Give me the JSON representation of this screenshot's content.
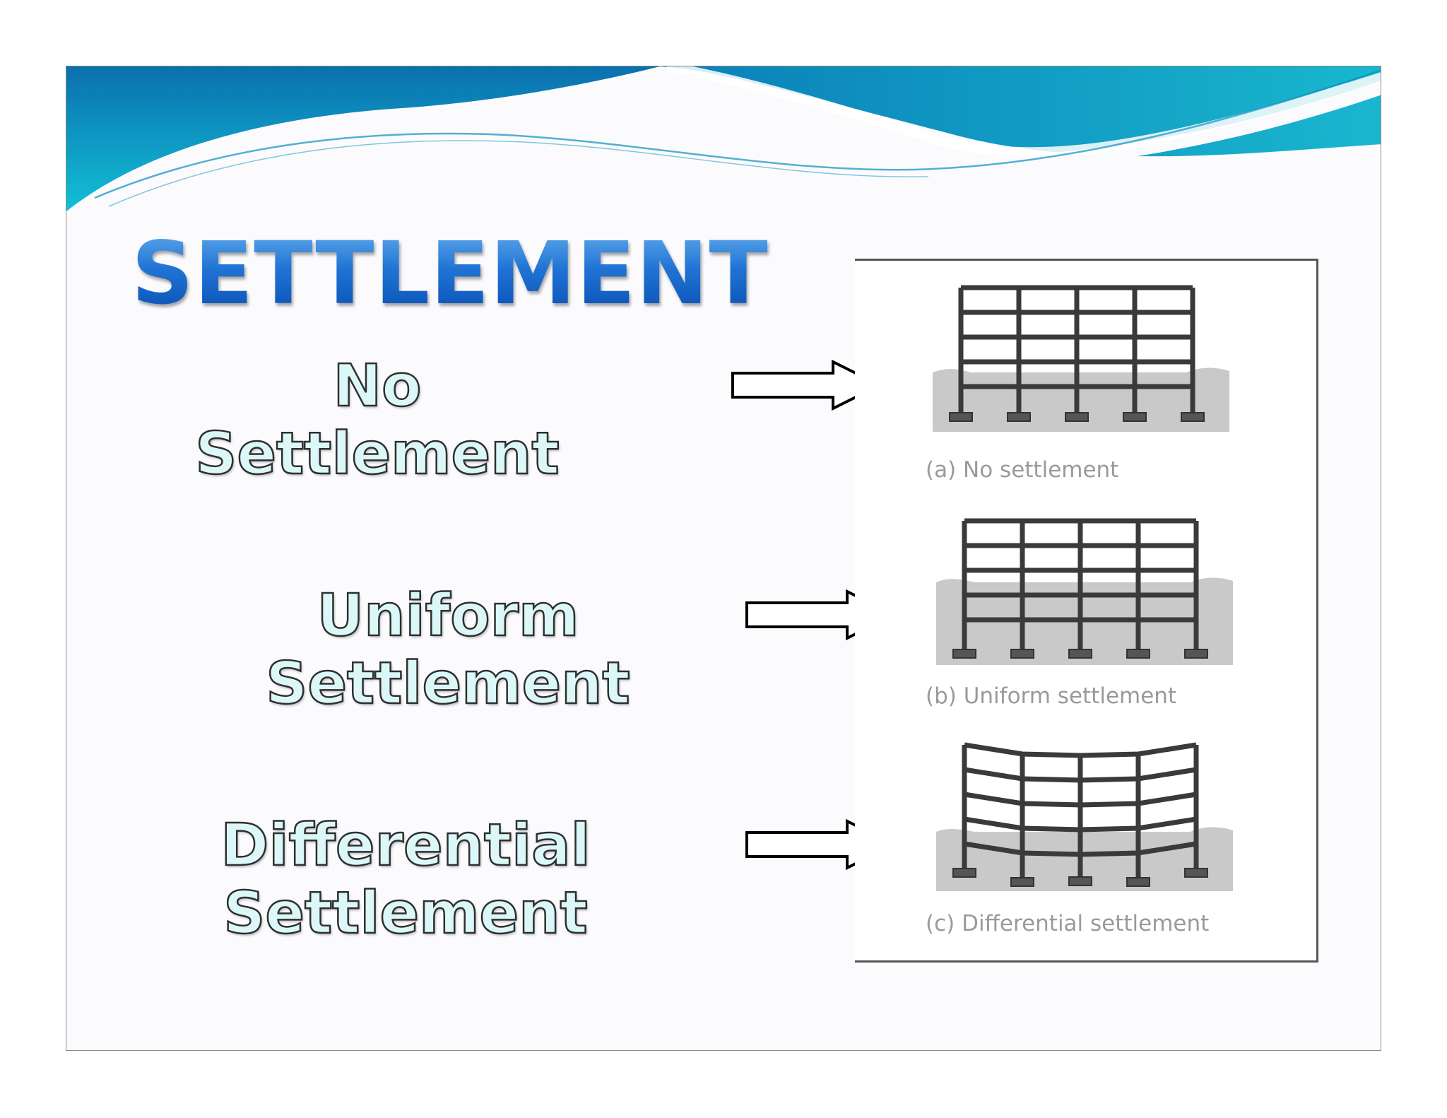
{
  "slide": {
    "title": "SETTLEMENT",
    "theme_colors": {
      "title_gradient_top": "#5ea8ea",
      "title_gradient_bottom": "#0a4fb4",
      "label_fill": "#dcf7f8",
      "wave_dark": "#0a72b0",
      "wave_light": "#19b7cf"
    }
  },
  "rows": [
    {
      "label_lines": [
        "No Settlement"
      ],
      "caption": "(a) No settlement",
      "frame_icon": "building-frame-no-settlement-icon"
    },
    {
      "label_lines": [
        "Uniform",
        "Settlement"
      ],
      "caption": "(b) Uniform settlement",
      "frame_icon": "building-frame-uniform-settlement-icon"
    },
    {
      "label_lines": [
        "Differential",
        "Settlement"
      ],
      "caption": "(c) Differential settlement",
      "frame_icon": "building-frame-differential-settlement-icon"
    }
  ],
  "arrow_icon": "right-arrow-icon"
}
